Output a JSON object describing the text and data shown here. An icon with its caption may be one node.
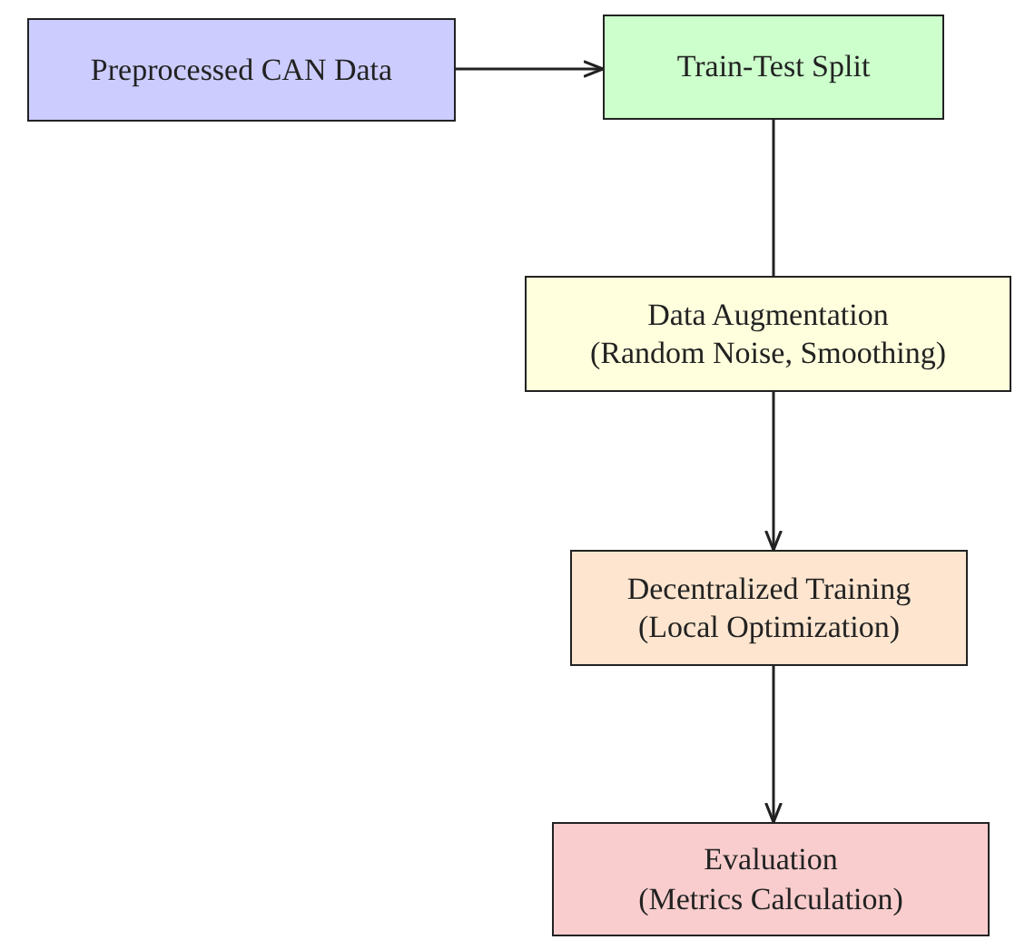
{
  "diagram": {
    "nodes": [
      {
        "text": [
          "Preprocessed CAN Data"
        ]
      },
      {
        "text": [
          "Train-Test Split"
        ]
      },
      {
        "text": [
          "Data Augmentation",
          "(Random Noise, Smoothing)"
        ]
      },
      {
        "text": [
          "Decentralized Training",
          "(Local Optimization)"
        ]
      },
      {
        "text": [
          "Evaluation",
          "(Metrics Calculation)"
        ]
      }
    ],
    "edges": [
      {
        "from": 0,
        "to": 1,
        "arrow": "to"
      },
      {
        "from": 1,
        "to": 2,
        "arrow": "none"
      },
      {
        "from": 2,
        "to": 3,
        "arrow": "to"
      },
      {
        "from": 3,
        "to": 4,
        "arrow": "to"
      }
    ]
  }
}
